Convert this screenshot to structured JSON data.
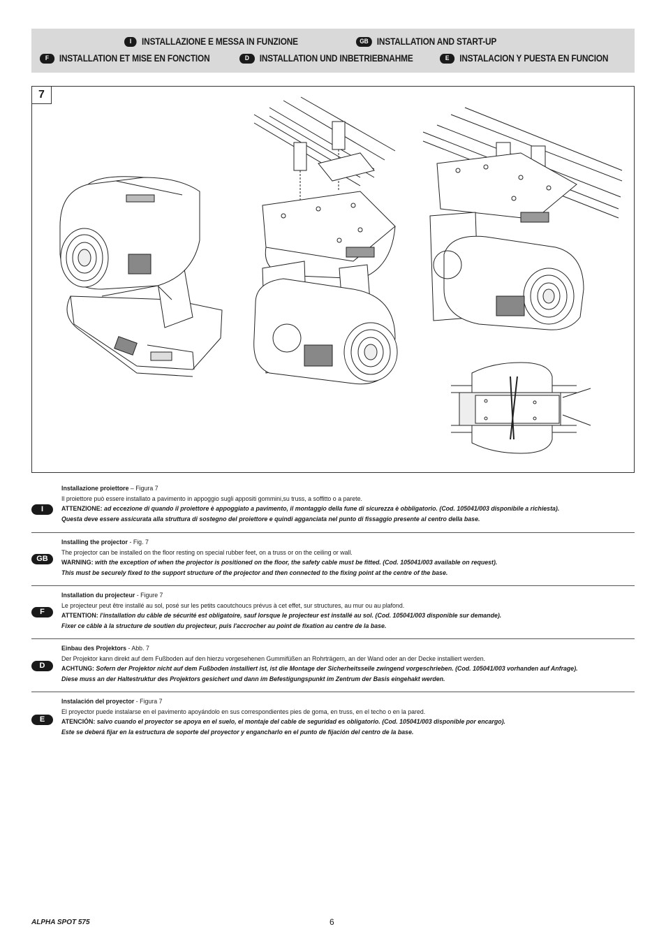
{
  "header": {
    "row1": [
      {
        "badge": "I",
        "title": "INSTALLAZIONE E MESSA IN FUNZIONE"
      },
      {
        "badge": "GB",
        "title": "INSTALLATION AND START-UP"
      }
    ],
    "row2": [
      {
        "badge": "F",
        "title": "INSTALLATION ET MISE EN FONCTION"
      },
      {
        "badge": "D",
        "title": "INSTALLATION UND INBETRIEBNAHME"
      },
      {
        "badge": "E",
        "title": "INSTALACION Y PUESTA EN FUNCION"
      }
    ]
  },
  "figure": {
    "number": "7"
  },
  "sections": [
    {
      "badge": "I",
      "heading": "Installazione proiettore",
      "ref": " – Figura 7",
      "body": "Il proiettore può essere installato a pavimento in appoggio sugli appositi gommini,su truss, a soffitto o a parete.",
      "warn_lead": "ATTENZIONE:",
      "warn_line1": " ad eccezione di quando il proiettore è appoggiato a pavimento, il montaggio della fune di sicurezza è obbligatorio. (Cod. 105041/003 disponibile a richiesta).",
      "warn_line2": "Questa deve essere assicurata alla struttura di sostegno del proiettore e quindi agganciata nel punto di fissaggio presente al centro della base."
    },
    {
      "badge": "GB",
      "heading": "Installing the projector",
      "ref": " - Fig. 7",
      "body": "The projector can be installed on the floor resting on special rubber feet, on a truss or on the ceiling or wall.",
      "warn_lead": "WARNING:",
      "warn_line1": " with the exception of when the projector is positioned on the floor, the safety cable must be fitted. (Cod. 105041/003 available on request).",
      "warn_line2": "This must be securely fixed to the support structure of the projector and then connected to the fixing point at the centre of the base."
    },
    {
      "badge": "F",
      "heading": "Installation du projecteur",
      "ref": " - Figure 7",
      "body": "Le projecteur peut être installé au sol, posé sur les petits caoutchoucs prévus à cet effet, sur structures, au mur ou au plafond.",
      "warn_lead": "ATTENTION:",
      "warn_line1": " l'installation du câble de sécurité est obligatoire, sauf lorsque le projecteur est installé au sol. (Cod. 105041/003 disponible sur demande).",
      "warn_line2": "Fixer ce câble à la structure de soutien du projecteur, puis l'accrocher au point de fixation au centre de la base."
    },
    {
      "badge": "D",
      "heading": "Einbau des Projektors",
      "ref": " - Abb. 7",
      "body": "Der Projektor kann direkt auf dem Fußboden auf den hierzu vorgesehenen Gummifüßen an Rohrträgern, an der Wand oder an der Decke installiert werden.",
      "warn_lead": "ACHTUNG:",
      "warn_line1": " Sofern der Projektor nicht auf dem Fußboden installiert ist, ist die Montage der Sicherheitsseile zwingend vorgeschrieben. (Cod. 105041/003 vorhanden auf Anfrage).",
      "warn_line2": "Diese muss an der Haltestruktur des Projektors gesichert und dann im Befestigungspunkt im Zentrum der Basis eingehakt werden."
    },
    {
      "badge": "E",
      "heading": "Instalación del proyector",
      "ref": " - Figura 7",
      "body": "El proyector puede instalarse en el pavimento apoyándolo en sus correspondientes pies de goma, en truss, en el techo o en la pared.",
      "warn_lead": "ATENCIÓN:",
      "warn_line1": " salvo cuando el proyector se apoya en el suelo, el montaje del cable de seguridad es obligatorio. (Cod. 105041/003 disponible por encargo).",
      "warn_line2": "Este se deberá fijar en la estructura de soporte del proyector y engancharlo en el punto de fijación del centro de la base."
    }
  ],
  "footer": {
    "product": "ALPHA SPOT 575",
    "page": "6"
  }
}
